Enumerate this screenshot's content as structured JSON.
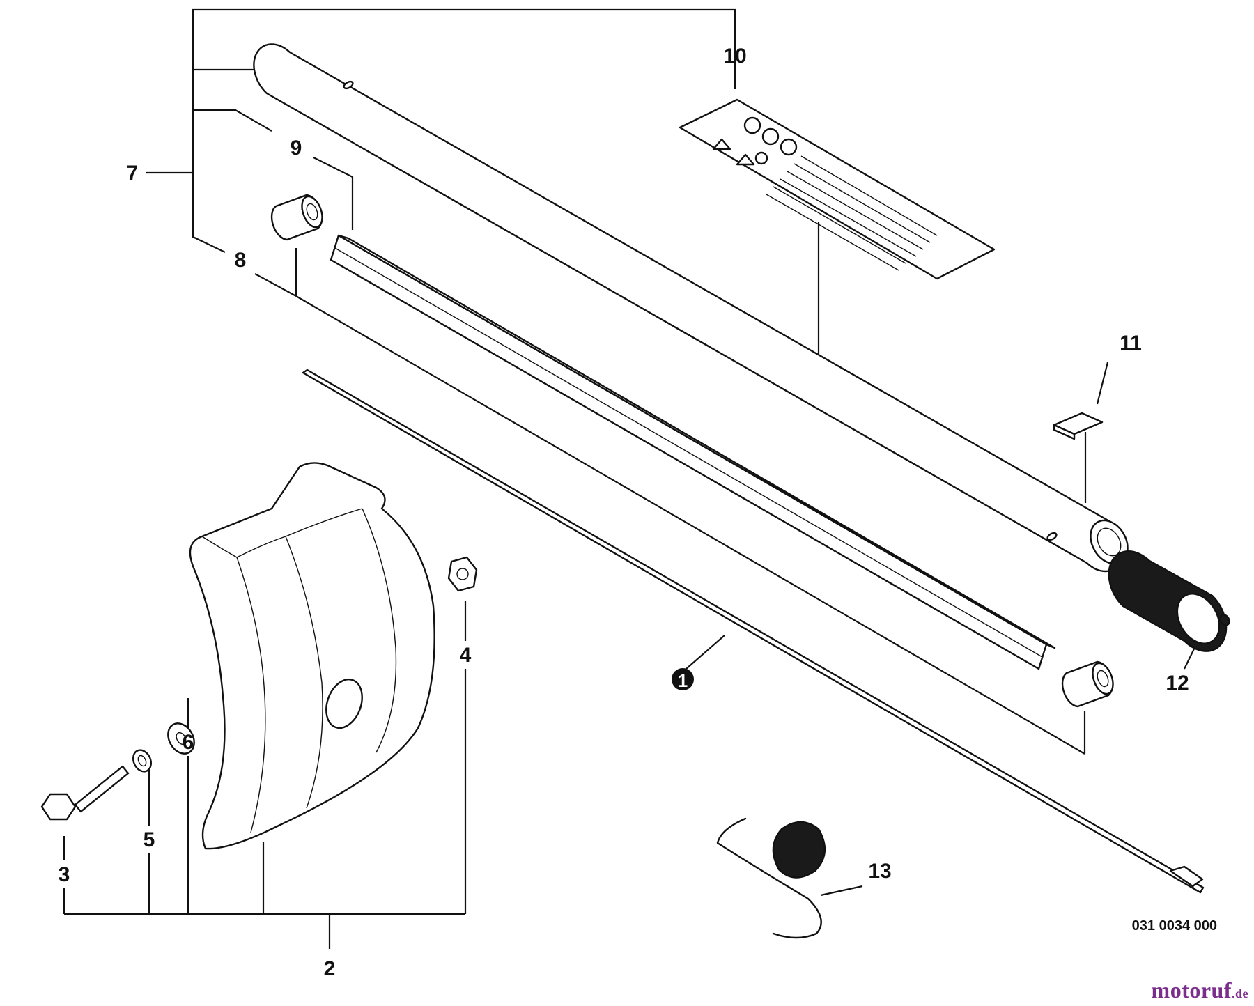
{
  "callouts": {
    "c1": "1",
    "c2": "2",
    "c3": "3",
    "c4": "4",
    "c5": "5",
    "c6": "6",
    "c7": "7",
    "c8": "8",
    "c9": "9",
    "c10": "10",
    "c11": "11",
    "c12": "12",
    "c13": "13"
  },
  "reference_code": "031 0034 000",
  "watermark": {
    "main": "motoruf",
    "suffix": ".de",
    "color": "#7b2d8c",
    "dot_color": "#e07b00"
  }
}
